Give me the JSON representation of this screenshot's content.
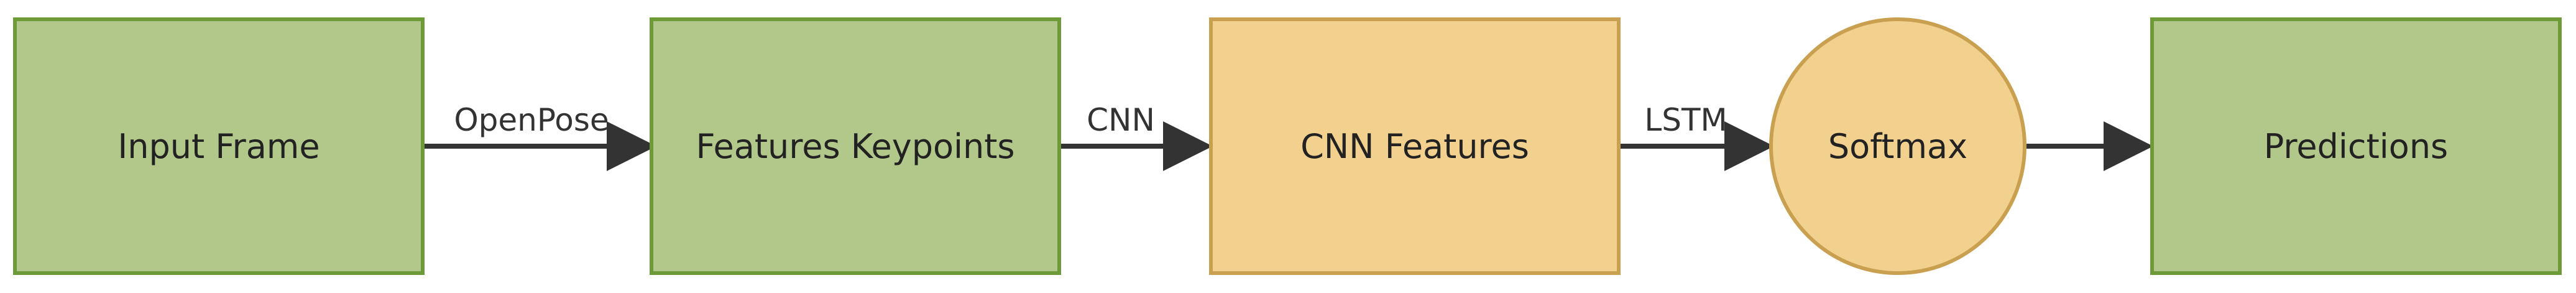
{
  "colors": {
    "green_fill": "#b2c88a",
    "green_stroke": "#6e9a38",
    "orange_fill": "#f2d18f",
    "orange_stroke": "#c9a050",
    "arrow": "#333333"
  },
  "nodes": [
    {
      "id": "input-frame",
      "label": "Input Frame",
      "shape": "rect",
      "color": "green"
    },
    {
      "id": "features-keypoints",
      "label": "Features Keypoints",
      "shape": "rect",
      "color": "green"
    },
    {
      "id": "cnn-features",
      "label": "CNN Features",
      "shape": "rect",
      "color": "orange"
    },
    {
      "id": "softmax",
      "label": "Softmax",
      "shape": "circle",
      "color": "orange"
    },
    {
      "id": "predictions",
      "label": "Predictions",
      "shape": "rect",
      "color": "green"
    }
  ],
  "edges": [
    {
      "from": "input-frame",
      "to": "features-keypoints",
      "label": "OpenPose"
    },
    {
      "from": "features-keypoints",
      "to": "cnn-features",
      "label": "CNN"
    },
    {
      "from": "cnn-features",
      "to": "softmax",
      "label": "LSTM"
    },
    {
      "from": "softmax",
      "to": "predictions",
      "label": ""
    }
  ]
}
